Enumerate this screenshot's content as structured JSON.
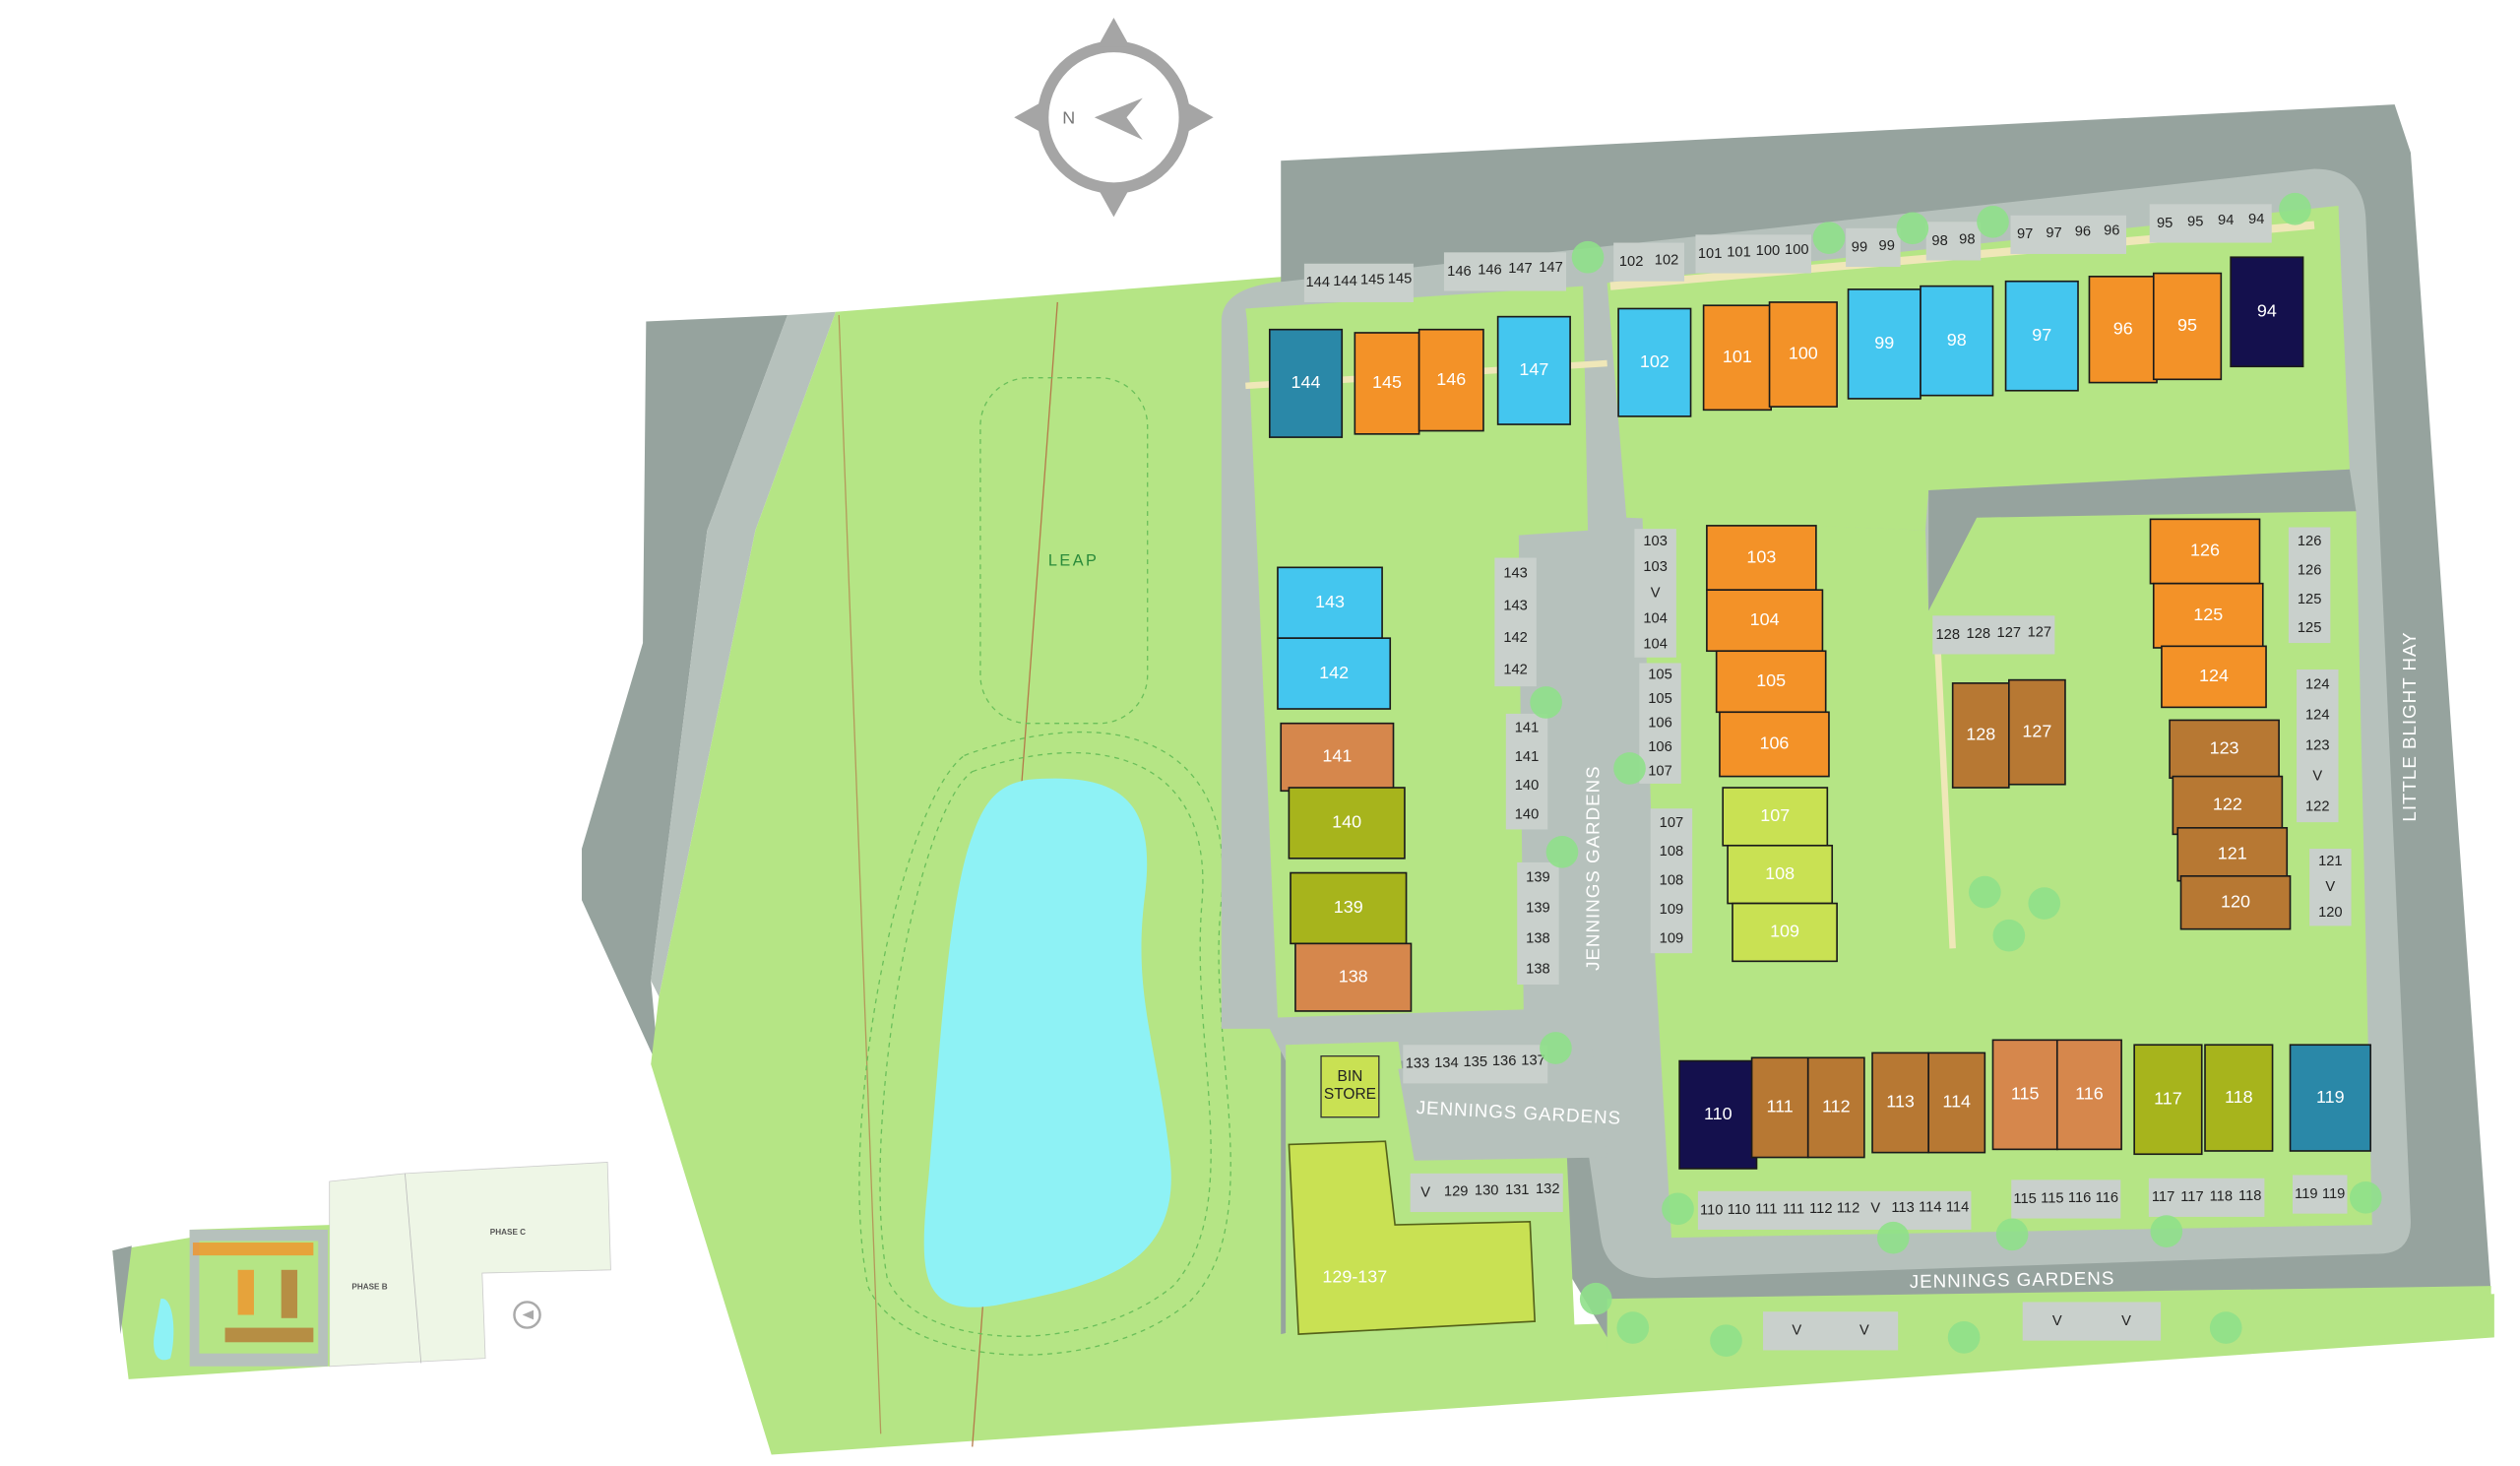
{
  "colors": {
    "orange": "#f39228",
    "light_blue": "#44c6ef",
    "teal": "#2a88a8",
    "navy": "#14104d",
    "tan": "#d6874c",
    "brown": "#b77833",
    "olive": "#a7b41c",
    "lime": "#c9e153",
    "grass": "#b5e585",
    "road_dark": "#96a39e",
    "road_light": "#b6c1bc",
    "water": "#8ef2f5",
    "path": "#efe7b8"
  },
  "compass": {
    "label": "N",
    "icon": "compass-rose-icon"
  },
  "map_labels": {
    "leap": "LEAP",
    "bin_store_line1": "BIN",
    "bin_store_line2": "STORE",
    "apartments": "129-137"
  },
  "streets": [
    {
      "name": "JENNINGS GARDENS"
    },
    {
      "name": "JENNINGS GARDENS"
    },
    {
      "name": "JENNINGS GARDENS"
    },
    {
      "name": "LITTLE BLIGHT HAY"
    }
  ],
  "plots": [
    {
      "label": "144",
      "color": "teal"
    },
    {
      "label": "145",
      "color": "orange"
    },
    {
      "label": "146",
      "color": "orange"
    },
    {
      "label": "147",
      "color": "light_blue"
    },
    {
      "label": "102",
      "color": "light_blue"
    },
    {
      "label": "101",
      "color": "orange"
    },
    {
      "label": "100",
      "color": "orange"
    },
    {
      "label": "99",
      "color": "light_blue"
    },
    {
      "label": "98",
      "color": "light_blue"
    },
    {
      "label": "97",
      "color": "light_blue"
    },
    {
      "label": "96",
      "color": "orange"
    },
    {
      "label": "95",
      "color": "orange"
    },
    {
      "label": "94",
      "color": "navy"
    },
    {
      "label": "143",
      "color": "light_blue"
    },
    {
      "label": "142",
      "color": "light_blue"
    },
    {
      "label": "141",
      "color": "tan"
    },
    {
      "label": "140",
      "color": "olive"
    },
    {
      "label": "139",
      "color": "olive"
    },
    {
      "label": "138",
      "color": "tan"
    },
    {
      "label": "103",
      "color": "orange"
    },
    {
      "label": "104",
      "color": "orange"
    },
    {
      "label": "105",
      "color": "orange"
    },
    {
      "label": "106",
      "color": "orange"
    },
    {
      "label": "107",
      "color": "lime"
    },
    {
      "label": "108",
      "color": "lime"
    },
    {
      "label": "109",
      "color": "lime"
    },
    {
      "label": "128",
      "color": "brown"
    },
    {
      "label": "127",
      "color": "brown"
    },
    {
      "label": "126",
      "color": "orange"
    },
    {
      "label": "125",
      "color": "orange"
    },
    {
      "label": "124",
      "color": "orange"
    },
    {
      "label": "123",
      "color": "brown"
    },
    {
      "label": "122",
      "color": "brown"
    },
    {
      "label": "121",
      "color": "brown"
    },
    {
      "label": "120",
      "color": "brown"
    },
    {
      "label": "110",
      "color": "navy"
    },
    {
      "label": "111",
      "color": "brown"
    },
    {
      "label": "112",
      "color": "brown"
    },
    {
      "label": "113",
      "color": "brown"
    },
    {
      "label": "114",
      "color": "brown"
    },
    {
      "label": "115",
      "color": "tan"
    },
    {
      "label": "116",
      "color": "tan"
    },
    {
      "label": "117",
      "color": "olive"
    },
    {
      "label": "118",
      "color": "olive"
    },
    {
      "label": "119",
      "color": "teal"
    }
  ],
  "parking": [
    [
      "144",
      "144",
      "145",
      "145"
    ],
    [
      "146",
      "146",
      "147",
      "147"
    ],
    [
      "102",
      "102"
    ],
    [
      "101",
      "101",
      "100",
      "100"
    ],
    [
      "99",
      "99"
    ],
    [
      "98",
      "98"
    ],
    [
      "97",
      "97",
      "96",
      "96"
    ],
    [
      "95",
      "95",
      "94",
      "94"
    ],
    [
      "143",
      "143",
      "142",
      "142"
    ],
    [
      "141",
      "141",
      "140",
      "140"
    ],
    [
      "139",
      "139",
      "138",
      "138"
    ],
    [
      "103",
      "103",
      "V",
      "104",
      "104"
    ],
    [
      "105",
      "105",
      "106",
      "106",
      "107"
    ],
    [
      "107",
      "108",
      "108",
      "109",
      "109"
    ],
    [
      "128",
      "128",
      "127",
      "127"
    ],
    [
      "126",
      "126",
      "125",
      "125"
    ],
    [
      "124",
      "124",
      "123",
      "V",
      "122"
    ],
    [
      "121",
      "V",
      "120"
    ],
    [
      "133",
      "134",
      "135",
      "136",
      "137"
    ],
    [
      "V",
      "129",
      "130",
      "131",
      "132"
    ],
    [
      "110",
      "110",
      "111",
      "111",
      "112",
      "112",
      "V",
      "113",
      "114",
      "114"
    ],
    [
      "115",
      "115",
      "116",
      "116"
    ],
    [
      "117",
      "117",
      "118",
      "118"
    ],
    [
      "119",
      "119"
    ],
    [
      "V",
      "V"
    ],
    [
      "V",
      "V"
    ]
  ],
  "inset": {
    "phase_b": "PHASE B",
    "phase_c": "PHASE C"
  }
}
